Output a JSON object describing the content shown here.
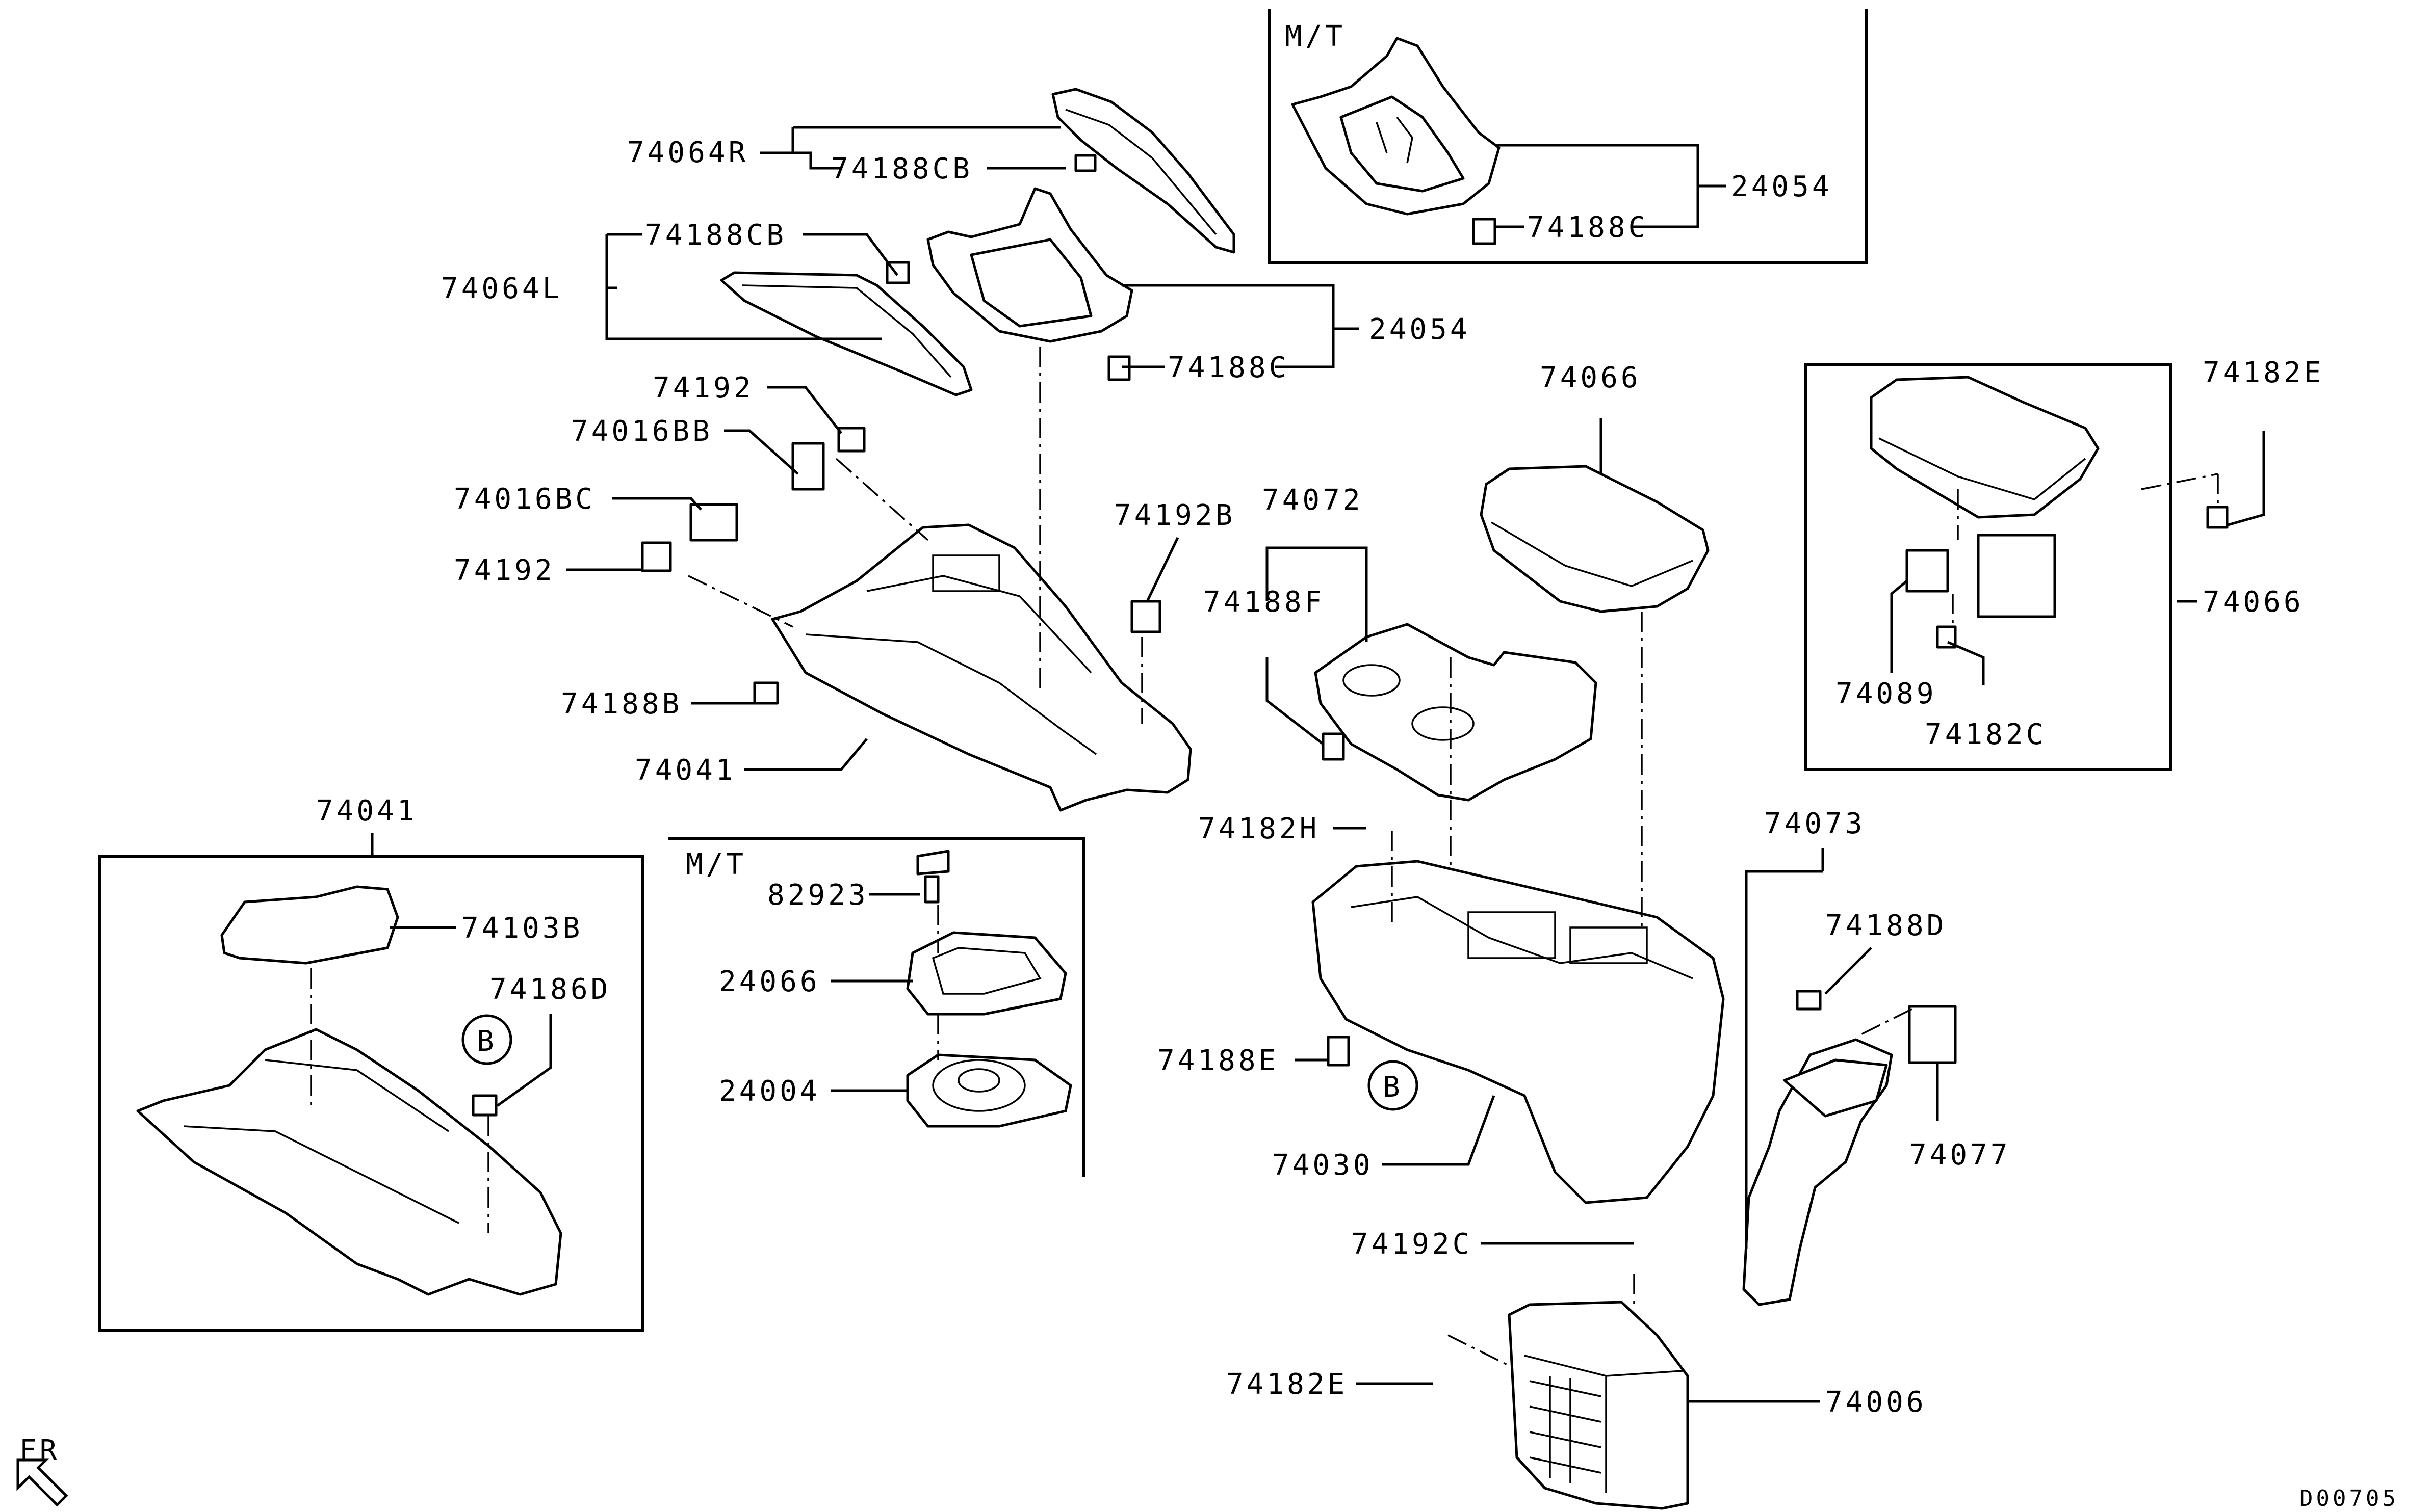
{
  "labels": {
    "l74064R": "74064R",
    "l74188CB_top": "74188CB",
    "l74188CB_left": "74188CB",
    "l74064L": "74064L",
    "l24054_main": "24054",
    "l74188C_main": "74188C",
    "l74192_a": "74192",
    "l74016BB": "74016BB",
    "l74016BC": "74016BC",
    "l74192_b": "74192",
    "l74192B": "74192B",
    "l74188B": "74188B",
    "l74041_main": "74041",
    "l74066_main": "74066",
    "l74072": "74072",
    "l74188F": "74188F",
    "l74182H": "74182H",
    "l74188E": "74188E",
    "l74030": "74030",
    "l74192C": "74192C",
    "l74182E_bottom": "74182E",
    "l74006": "74006",
    "l74073": "74073",
    "l74188D": "74188D",
    "l74077": "74077",
    "l74041_box": "74041",
    "l74103B": "74103B",
    "l74186D": "74186D",
    "l82923": "82923",
    "l24066": "24066",
    "l24004": "24004",
    "l24054_mt": "24054",
    "l74188C_mt": "74188C",
    "l74182E_right": "74182E",
    "l74066_right": "74066",
    "l74089": "74089",
    "l74182C": "74182C"
  },
  "boxes": {
    "mt_top": "M/T",
    "mt_shift": "M/T"
  },
  "callouts": {
    "b_left": "B",
    "b_center": "B"
  },
  "orientation": {
    "label": "FR",
    "icon": "front-arrow-icon"
  },
  "diagram_code": "D00705"
}
